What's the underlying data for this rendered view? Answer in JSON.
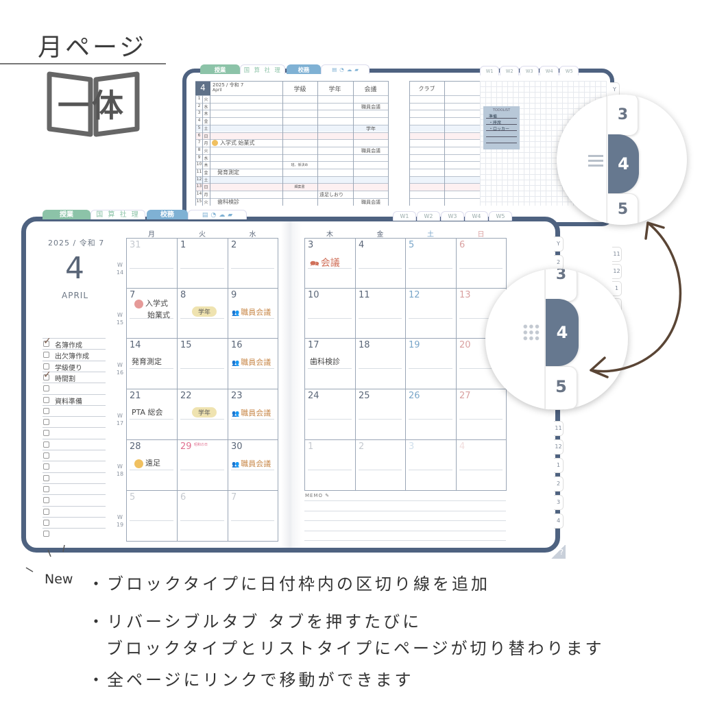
{
  "heading": {
    "title": "月ページ",
    "book_label": "一体"
  },
  "colors": {
    "frame": "#4e6280",
    "saturday": "#7aa6c9",
    "sunday": "#d9a0a0",
    "holiday": "#e07090",
    "meeting": "#c98a4c",
    "accent_tab": "#66788f",
    "arrow": "#5a4535"
  },
  "top_tabs": {
    "lesson": "授業",
    "subjects": "国 算 社 理",
    "office": "校務",
    "icons": [
      "note-icon",
      "clock-icon",
      "chat-icon",
      "folder-icon"
    ]
  },
  "week_tabs": [
    "W1",
    "W2",
    "W3",
    "W4",
    "W5"
  ],
  "front": {
    "year": "2025 / 令和 7",
    "month": "4",
    "month_name": "APRIL",
    "checklist": [
      {
        "text": "名簿作成",
        "checked": true
      },
      {
        "text": "出欠簿作成",
        "checked": false
      },
      {
        "text": "学級便り",
        "checked": false
      },
      {
        "text": "時間割",
        "checked": true
      },
      {
        "text": "",
        "checked": false
      },
      {
        "text": "資料準備",
        "checked": false
      },
      {
        "text": "",
        "checked": false
      },
      {
        "text": "",
        "checked": false
      },
      {
        "text": "",
        "checked": false
      },
      {
        "text": "",
        "checked": false
      },
      {
        "text": "",
        "checked": false
      },
      {
        "text": "",
        "checked": false
      },
      {
        "text": "",
        "checked": false
      },
      {
        "text": "",
        "checked": false
      },
      {
        "text": "",
        "checked": false
      },
      {
        "text": "",
        "checked": false
      },
      {
        "text": "",
        "checked": false
      },
      {
        "text": "",
        "checked": false
      }
    ],
    "weekdays": [
      "月",
      "火",
      "水",
      "木",
      "金",
      "土",
      "日"
    ],
    "week_label": "W",
    "week_numbers": [
      "14",
      "15",
      "16",
      "17",
      "18",
      "19"
    ],
    "weeks": [
      [
        {
          "d": "31",
          "muted": true
        },
        {
          "d": "1"
        },
        {
          "d": "2"
        },
        {
          "d": "3",
          "meeting_red": "会議"
        },
        {
          "d": "4"
        },
        {
          "d": "5"
        },
        {
          "d": "6"
        }
      ],
      [
        {
          "d": "7",
          "dot": "#e59a98",
          "text": "入学式",
          "text2": "始業式"
        },
        {
          "d": "8",
          "badge": "学年"
        },
        {
          "d": "9",
          "meeting": "職員会議"
        },
        {
          "d": "10"
        },
        {
          "d": "11"
        },
        {
          "d": "12"
        },
        {
          "d": "13"
        }
      ],
      [
        {
          "d": "14",
          "text": "発育測定"
        },
        {
          "d": "15"
        },
        {
          "d": "16",
          "meeting": "職員会議"
        },
        {
          "d": "17",
          "text": "歯科検診"
        },
        {
          "d": "18"
        },
        {
          "d": "19"
        },
        {
          "d": "20"
        }
      ],
      [
        {
          "d": "21",
          "text": "PTA 総会"
        },
        {
          "d": "22",
          "badge": "学年"
        },
        {
          "d": "23",
          "meeting": "職員会議"
        },
        {
          "d": "24"
        },
        {
          "d": "25"
        },
        {
          "d": "26"
        },
        {
          "d": "27"
        }
      ],
      [
        {
          "d": "28",
          "dot": "#f0c060",
          "text": "遠足"
        },
        {
          "d": "29",
          "holiday": "昭和の日"
        },
        {
          "d": "30",
          "meeting": "職員会議"
        },
        {
          "d": "1",
          "muted": true
        },
        {
          "d": "2",
          "muted": true
        },
        {
          "d": "3",
          "muted": true
        },
        {
          "d": "4",
          "muted": true
        }
      ],
      [
        {
          "d": "5",
          "muted": true
        },
        {
          "d": "6",
          "muted": true
        },
        {
          "d": "7",
          "muted": true
        }
      ]
    ],
    "memo_label": "MEMO",
    "side_tabs_top": [
      "Y",
      "2"
    ],
    "side_tabs_bottom": [
      "11",
      "12",
      "1",
      "2",
      "3",
      "4"
    ],
    "help": "?"
  },
  "back": {
    "month": "4",
    "year": "2025 / 令和 7",
    "month_name": "April",
    "columns": [
      "学級",
      "学年",
      "会議"
    ],
    "right_columns": [
      "クラブ",
      ""
    ],
    "rows": [
      {
        "d": "1",
        "w": "火"
      },
      {
        "d": "2",
        "w": "水",
        "meet": "職員会議"
      },
      {
        "d": "3",
        "w": "木"
      },
      {
        "d": "4",
        "w": "金"
      },
      {
        "d": "5",
        "w": "土",
        "meet": "学年",
        "sat": true
      },
      {
        "d": "6",
        "w": "日",
        "sun": true
      },
      {
        "d": "7",
        "w": "月",
        "event": "入学式 始業式",
        "dot": true
      },
      {
        "d": "8",
        "w": "火",
        "meet": "職員会議"
      },
      {
        "d": "9",
        "w": "水"
      },
      {
        "d": "10",
        "w": "木",
        "cls": "班、係決め"
      },
      {
        "d": "11",
        "w": "金",
        "event": "発育測定"
      },
      {
        "d": "12",
        "w": "土",
        "sat": true
      },
      {
        "d": "13",
        "w": "日",
        "sun": true,
        "cls": "細案書"
      },
      {
        "d": "14",
        "w": "月",
        "grade": "遠足しおり"
      },
      {
        "d": "15",
        "w": "火",
        "event": "歯科検診",
        "meet": "職員会議"
      }
    ],
    "todo": {
      "title": "TODOLIST",
      "items": [
        "準備",
        "・座席",
        "・ロッカー",
        "",
        ""
      ]
    },
    "side_tabs": [
      "Y",
      "11",
      "12",
      "1",
      "2"
    ]
  },
  "magnifier_list": {
    "tabs": [
      "3",
      "4",
      "5"
    ],
    "icon": "list-icon"
  },
  "magnifier_block": {
    "tabs": [
      "3",
      "4",
      "5"
    ],
    "icon": "grid-icon"
  },
  "features": {
    "new_label": "New",
    "line1": "・ブロックタイプに日付枠内の区切り線を追加",
    "line2": "・リバーシブルタブ タブを押すたびに",
    "line3": "ブロックタイプとリストタイプにページが切り替わります",
    "line4": "・全ページにリンクで移動ができます"
  }
}
